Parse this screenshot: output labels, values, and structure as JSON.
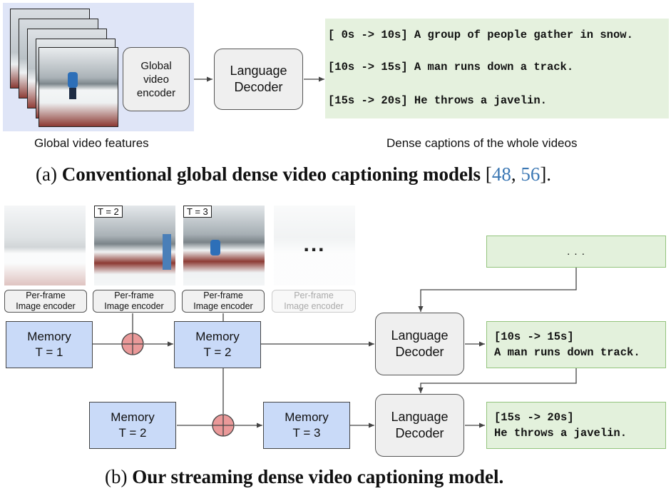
{
  "part_a": {
    "global_encoder_label": "Global\nvideo\nencoder",
    "decoder_label": "Language\nDecoder",
    "captions": [
      "[ 0s -> 10s] A group of people gather in snow.",
      "[10s -> 15s] A man runs down a track.",
      "[15s -> 20s] He throws a javelin."
    ],
    "features_label": "Global video features",
    "output_label": "Dense captions of the whole videos",
    "figure_caption": {
      "prefix": "(a) ",
      "bold": "Conventional global dense video captioning models",
      "cite_open": " [",
      "cite1": "48",
      "cite_sep": ", ",
      "cite2": "56",
      "cite_close": "]."
    }
  },
  "part_b": {
    "frame_labels": [
      "T = 2",
      "T = 3"
    ],
    "ellipsis": "...",
    "encoder_label": "Per-frame\nImage encoder",
    "memory_boxes": [
      "Memory\nT = 1",
      "Memory\nT = 2",
      "Memory\nT = 2",
      "Memory\nT = 3"
    ],
    "decoder_label": "Language\nDecoder",
    "prev_output": ". . .",
    "outputs": [
      {
        "time": "[10s -> 15s]",
        "text": "A man runs down track."
      },
      {
        "time": "[15s -> 20s]",
        "text": "He throws a javelin."
      }
    ],
    "figure_caption": {
      "prefix": "(b) ",
      "bold": "Our streaming dense video captioning model."
    }
  },
  "colors": {
    "memory_fill": "#c9daf8",
    "output_fill": "#e3f1dc",
    "output_border": "#93c47d",
    "adder_fill": "#ea9999",
    "features_bg": "#dfe5f7",
    "citation": "#3c78b4"
  }
}
